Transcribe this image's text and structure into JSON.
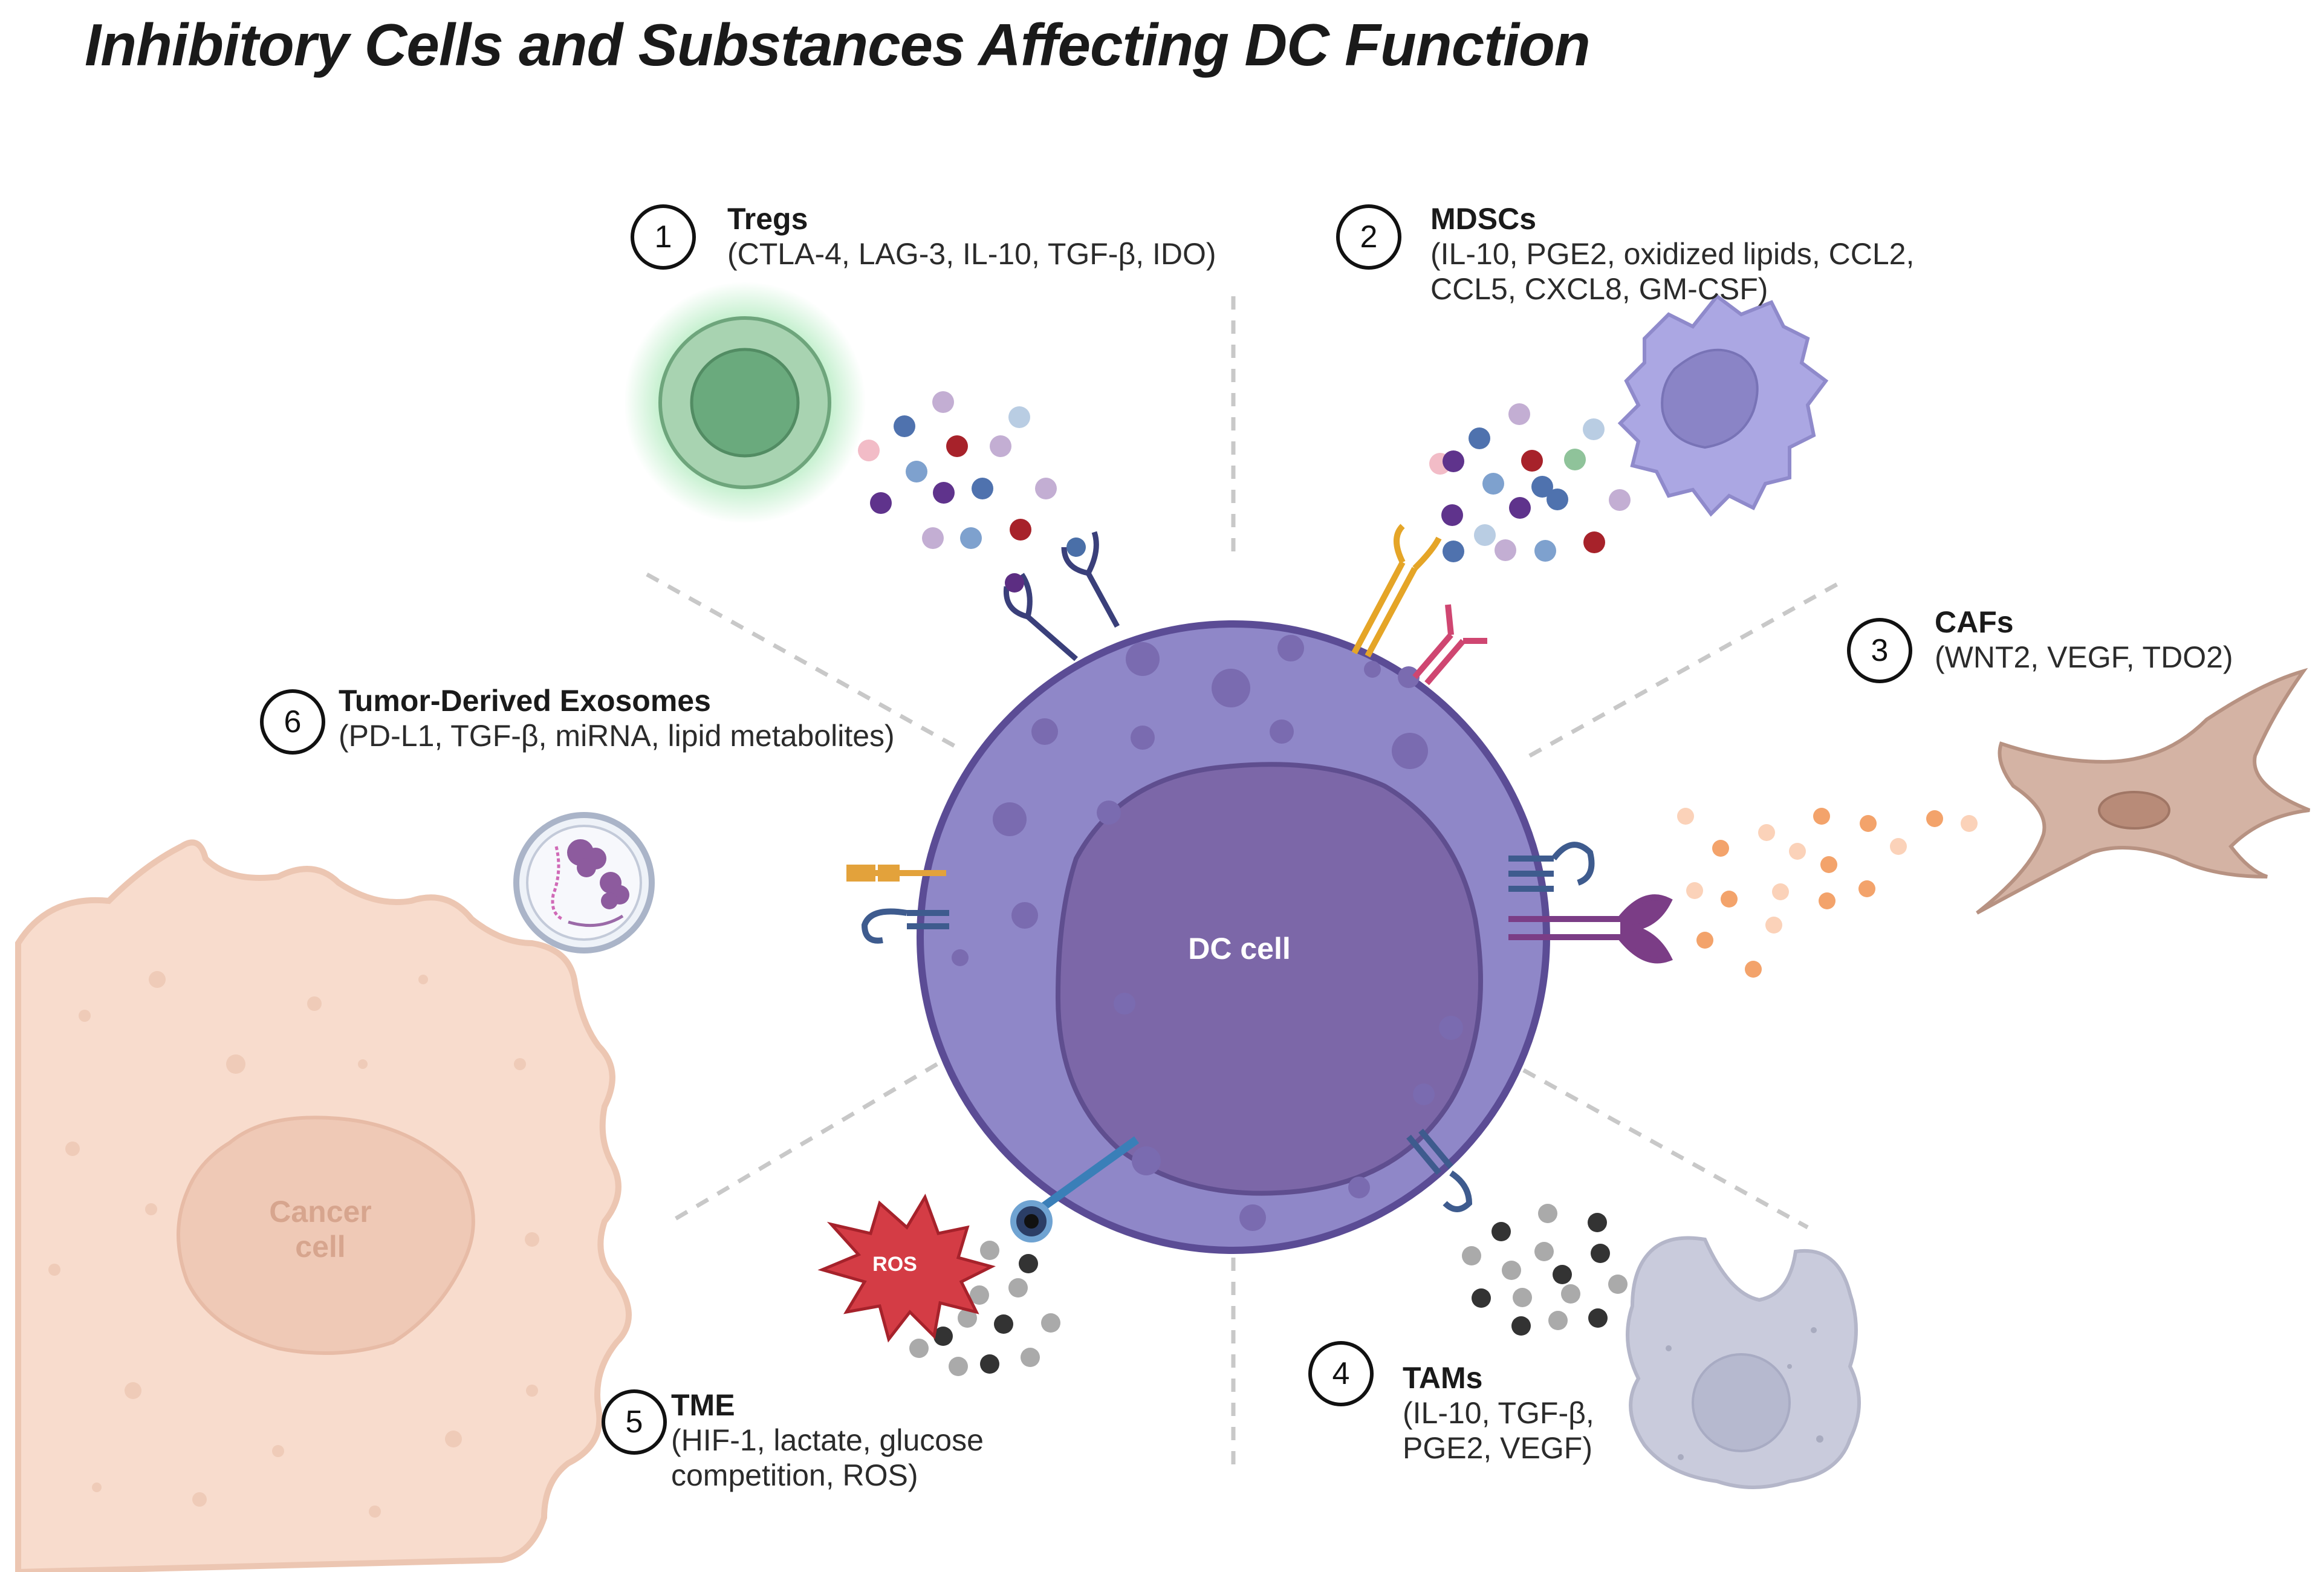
{
  "title": "Inhibitory Cells and Substances Affecting DC Function",
  "center_cell": "DC cell",
  "cancer_cell": "Cancer\ncell",
  "ros_label": "ROS",
  "groups": [
    {
      "number": "1",
      "name": "Tregs",
      "details": "(CTLA-4, LAG-3, IL-10, TGF-β, IDO)"
    },
    {
      "number": "2",
      "name": "MDSCs",
      "details_line1": "(IL-10, PGE2, oxidized lipids, CCL2,",
      "details_line2": "CCL5, CXCL8, GM-CSF)"
    },
    {
      "number": "3",
      "name": "CAFs",
      "details": "(WNT2, VEGF, TDO2)"
    },
    {
      "number": "4",
      "name": "TAMs",
      "details_line1": "(IL-10, TGF-β,",
      "details_line2": "PGE2, VEGF)"
    },
    {
      "number": "5",
      "name": "TME",
      "details_line1": "(HIF-1, lactate, glucose",
      "details_line2": "competition, ROS)"
    },
    {
      "number": "6",
      "name": "Tumor-Derived Exosomes",
      "details": "(PD-L1, TGF-β, miRNA, lipid metabolites)"
    }
  ],
  "colors": {
    "dc_cell": "#8f87c8",
    "dc_nucleus": "#7a66a8",
    "treg": "#6dae7f",
    "mdsc": "#a6a2dc",
    "caf": "#d4b0a0",
    "tam": "#c9cbdb",
    "cancer": "#f8dccd",
    "ros": "#d43c45"
  }
}
